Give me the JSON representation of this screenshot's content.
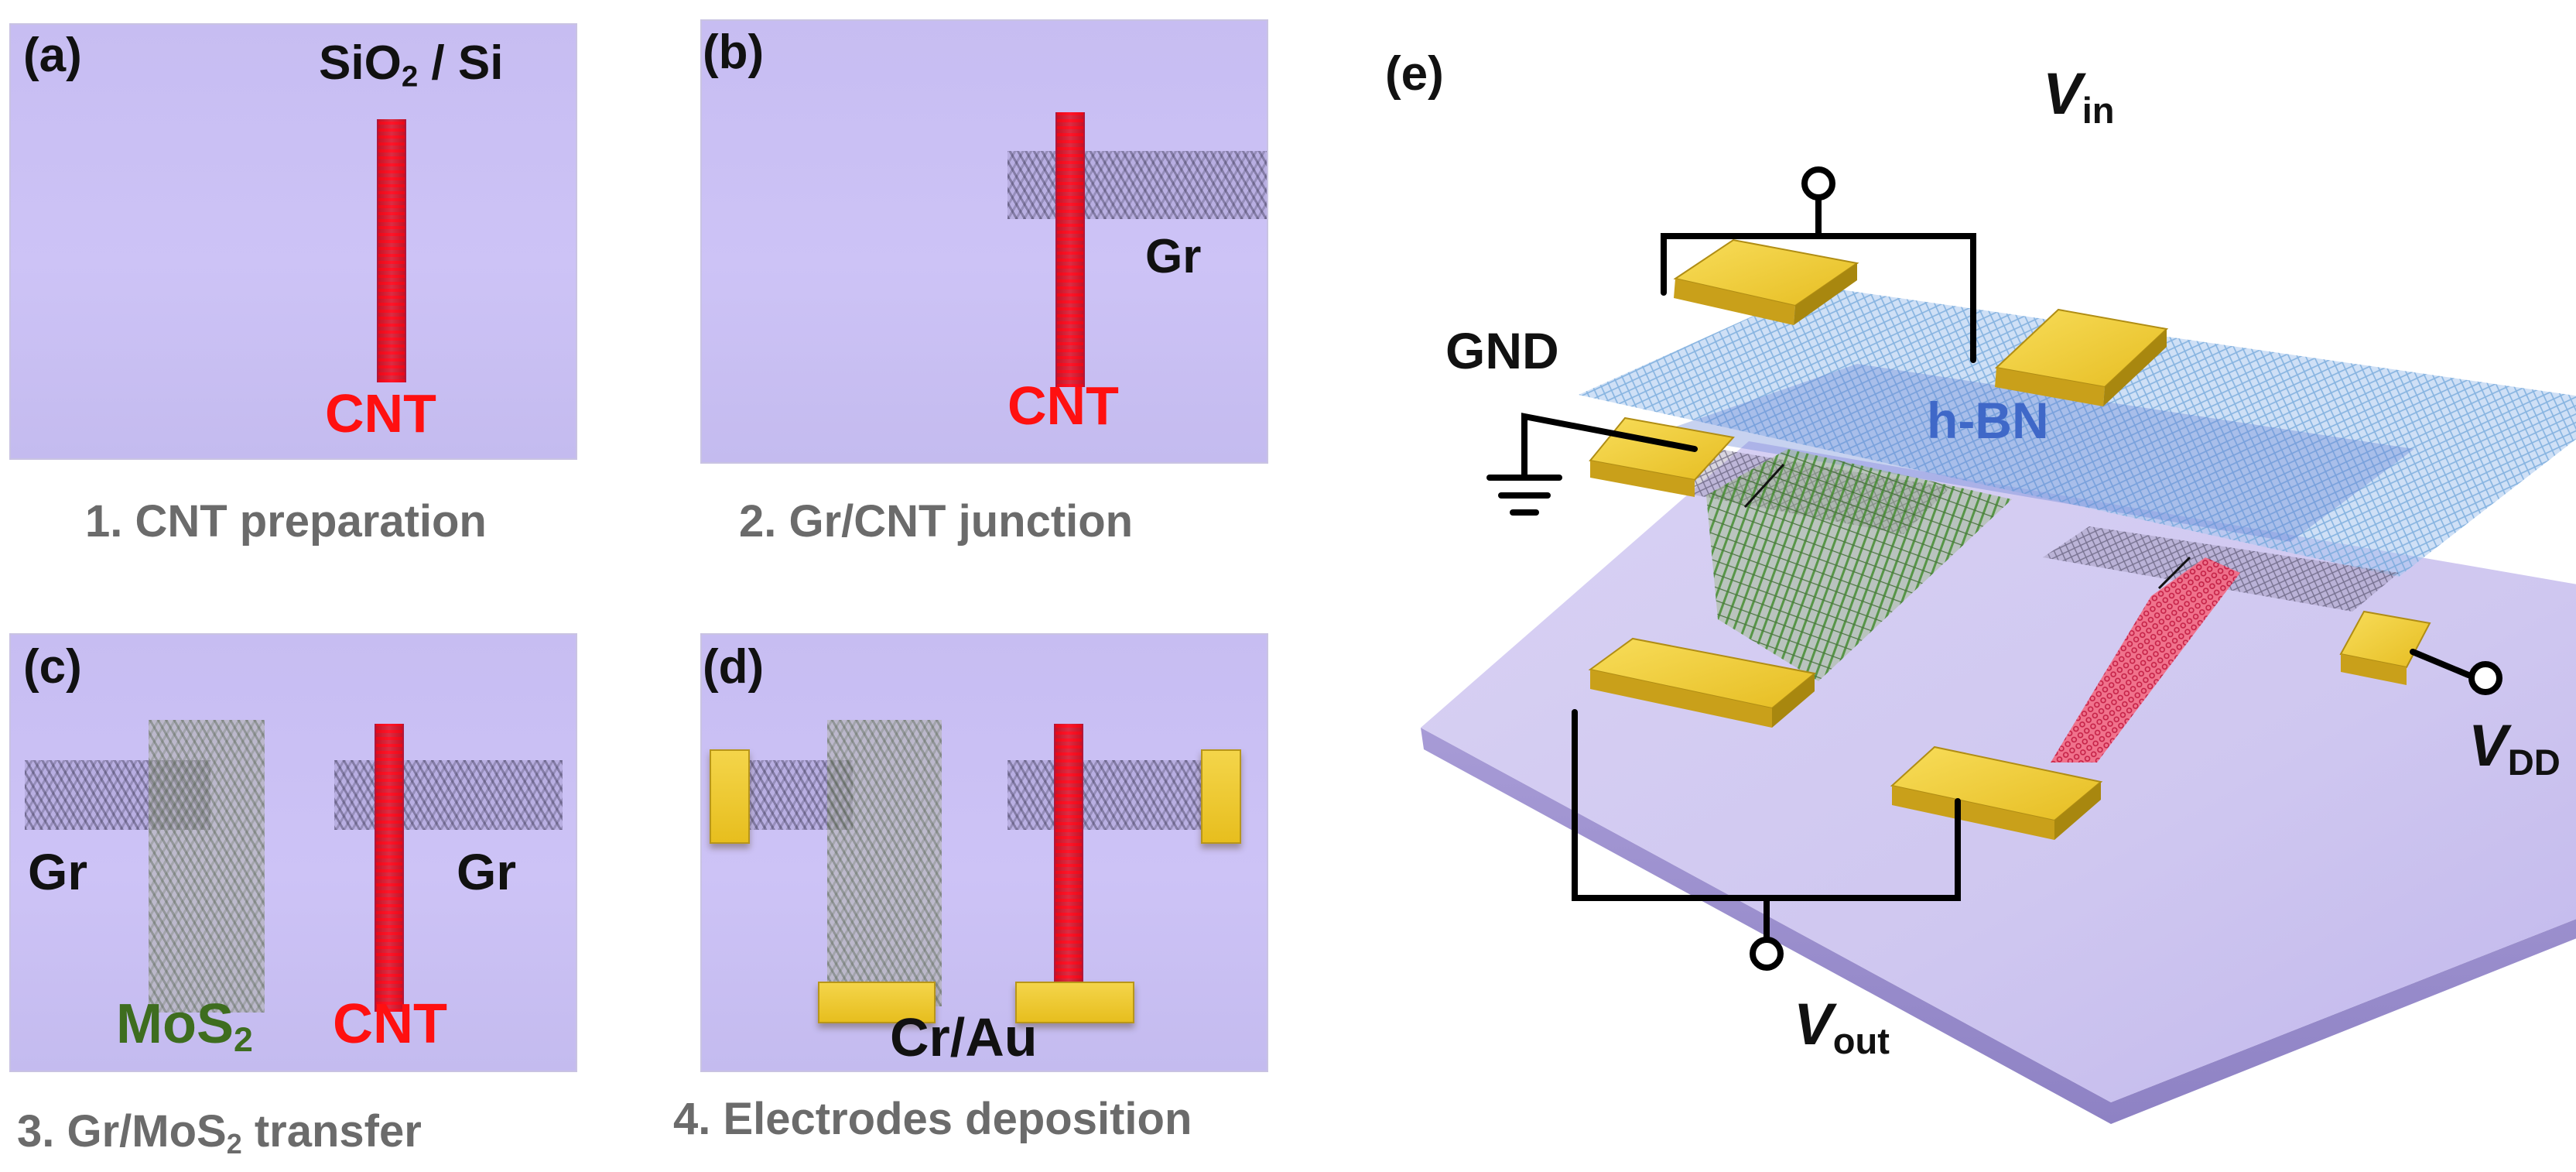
{
  "panels": {
    "a": {
      "tag": "(a)",
      "substrate": "SiO",
      "substrate_sub": "2",
      "substrate_rest": " / Si",
      "cnt": "CNT",
      "caption": "1. CNT preparation"
    },
    "b": {
      "tag": "(b)",
      "gr": "Gr",
      "cnt": "CNT",
      "caption": "2. Gr/CNT junction"
    },
    "c": {
      "tag": "(c)",
      "gr_left": "Gr",
      "gr_right": "Gr",
      "mos2": "MoS",
      "mos2_sub": "2",
      "cnt": "CNT",
      "caption_pre": "3. Gr/MoS",
      "caption_sub": "2",
      "caption_post": " transfer"
    },
    "d": {
      "tag": "(d)",
      "electrode": "Cr/Au",
      "caption": "4. Electrodes deposition"
    },
    "e": {
      "tag": "(e)",
      "vin": "V",
      "vin_sub": "in",
      "gnd": "GND",
      "hbn": "h-BN",
      "vdd": "V",
      "vdd_sub": "DD",
      "vout": "V",
      "vout_sub": "out"
    }
  },
  "colors": {
    "substrate": "#c7bdf2",
    "cnt": "#ff1010",
    "mos2_label": "#3e6d1f",
    "hbn_label": "#3f68c8",
    "electrode": "#e7be1e",
    "caption": "#6b6b6b"
  }
}
